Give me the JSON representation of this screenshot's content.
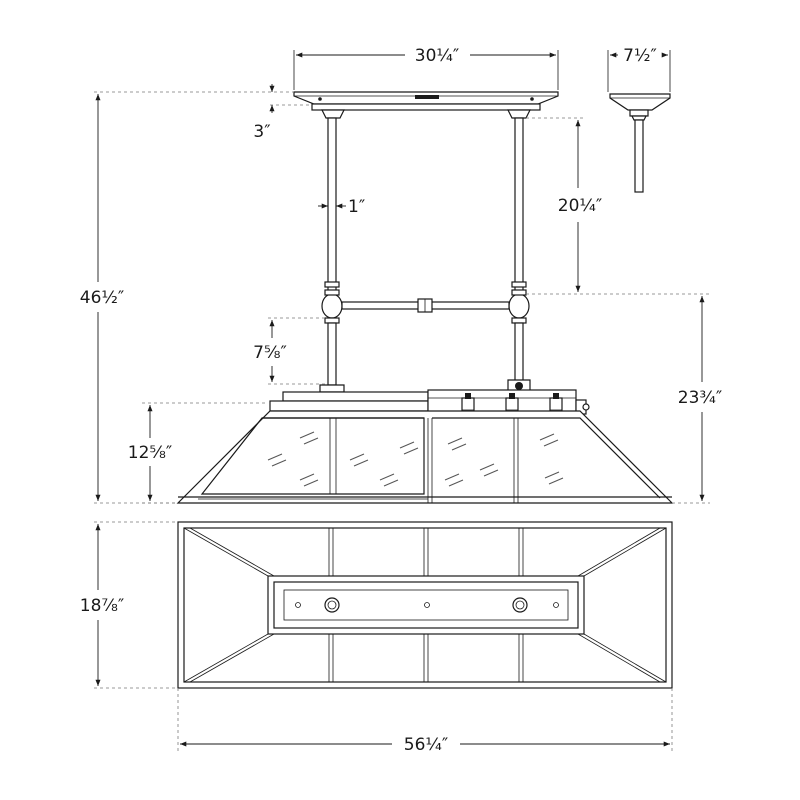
{
  "dimensions": {
    "canopy_width": "30¼″",
    "canopy_side_width": "7½″",
    "canopy_height": "3″",
    "stem_diameter": "1″",
    "upper_stem_length": "20¼″",
    "overall_height": "46½″",
    "lower_stem_length": "7⅝″",
    "shade_height": "12⅝″",
    "body_height": "23¾″",
    "depth": "18⅞″",
    "overall_width": "56¼″"
  }
}
